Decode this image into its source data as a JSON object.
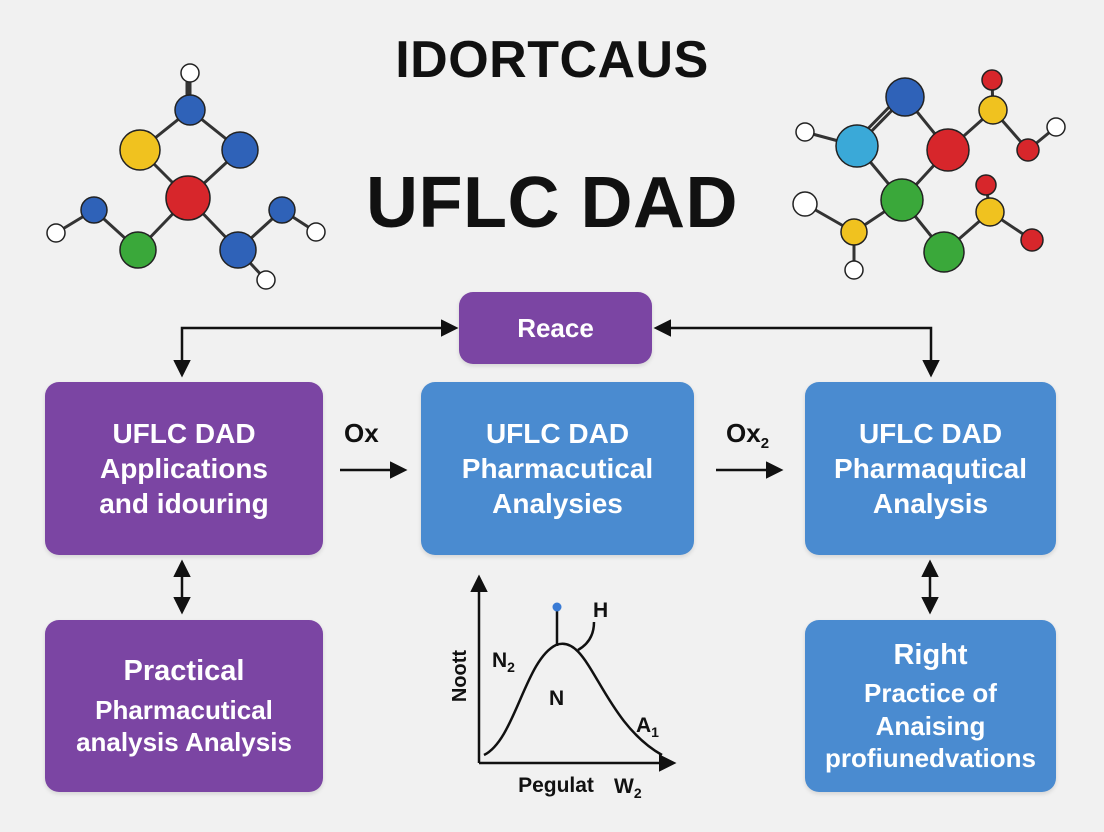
{
  "header": {
    "top_title": "IDORTCAUS",
    "main_title": "UFLC DAD"
  },
  "nodes": {
    "reace": "Reace",
    "left_top": [
      "UFLC DAD",
      "Applications",
      "and idouring"
    ],
    "mid_top": [
      "UFLC DAD",
      "Pharmacutical",
      "Analysies"
    ],
    "right_top": [
      "UFLC DAD",
      "Pharmaqutical",
      "Analysis"
    ],
    "left_bottom": [
      "Practical",
      "Pharmacutical",
      "analysis Analysis"
    ],
    "right_bottom": [
      "Right",
      "Practice of",
      "Anaising",
      "profiunedvations"
    ]
  },
  "arrows": {
    "ox": "Ox",
    "ox2_base": "Ox",
    "ox2_sub": "2"
  },
  "plot": {
    "ylabel": "Noott",
    "xlabel": "Pegulat",
    "x_end_label": "W",
    "x_end_sub": "2",
    "n2_label": "N",
    "n2_sub": "2",
    "n_label": "N",
    "h_label": "H",
    "a1_label": "A",
    "a1_sub": "1"
  },
  "colors": {
    "purple": "#7b45a3",
    "blue": "#4a8bd0",
    "atom_red": "#d7262b",
    "atom_blue": "#2f62b8",
    "atom_yellow": "#f0c21f",
    "atom_green": "#3aa83a",
    "atom_white": "#ffffff",
    "atom_cyan": "#3aa9d8"
  }
}
